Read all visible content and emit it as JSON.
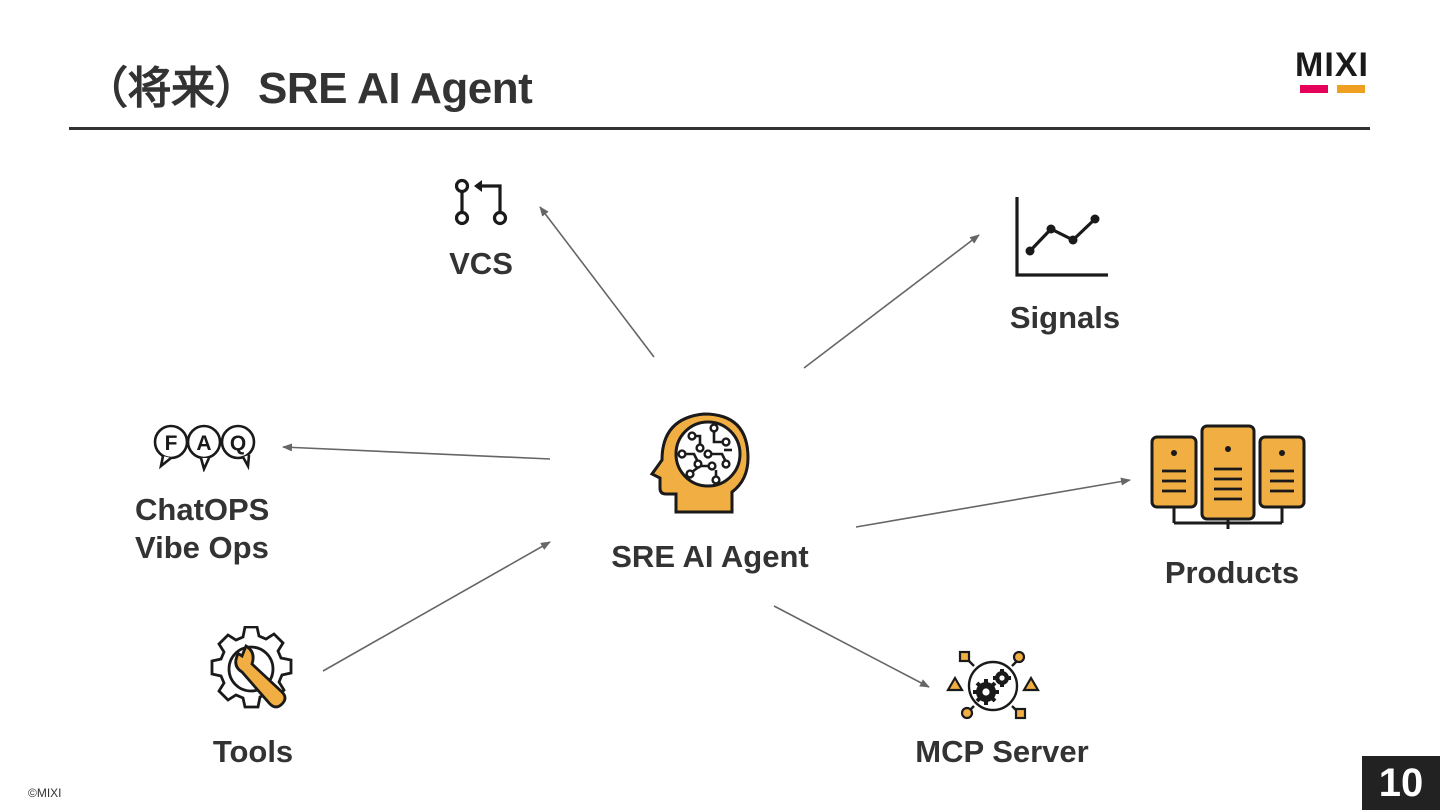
{
  "slide": {
    "title": "（将来）SRE AI Agent",
    "logo_text": "MIXI",
    "copyright": "©MIXI",
    "page_number": "10"
  },
  "nodes": {
    "center": {
      "label": "SRE AI Agent",
      "icon": "ai-brain-head-icon"
    },
    "vcs": {
      "label": "VCS",
      "icon": "pull-request-icon"
    },
    "signals": {
      "label": "Signals",
      "icon": "line-chart-icon"
    },
    "chatops": {
      "label_line1": "ChatOPS",
      "label_line2": "Vibe Ops",
      "icon": "faq-speech-bubbles-icon"
    },
    "products": {
      "label": "Products",
      "icon": "server-rack-icon"
    },
    "tools": {
      "label": "Tools",
      "icon": "wrench-gear-icon"
    },
    "mcp": {
      "label": "MCP Server",
      "icon": "gears-network-icon"
    }
  },
  "edges": [
    {
      "from": "center",
      "to": "vcs"
    },
    {
      "from": "center",
      "to": "signals"
    },
    {
      "from": "center",
      "to": "chatops"
    },
    {
      "from": "center",
      "to": "products"
    },
    {
      "from": "tools",
      "to": "center"
    },
    {
      "from": "center",
      "to": "mcp"
    }
  ],
  "colors": {
    "accent_orange": "#F0AE43",
    "text_dark": "#333333",
    "icon_stroke": "#1a1a1a",
    "logo_pink": "#E5005A",
    "logo_orange": "#F0A020",
    "arrow": "#666666"
  }
}
